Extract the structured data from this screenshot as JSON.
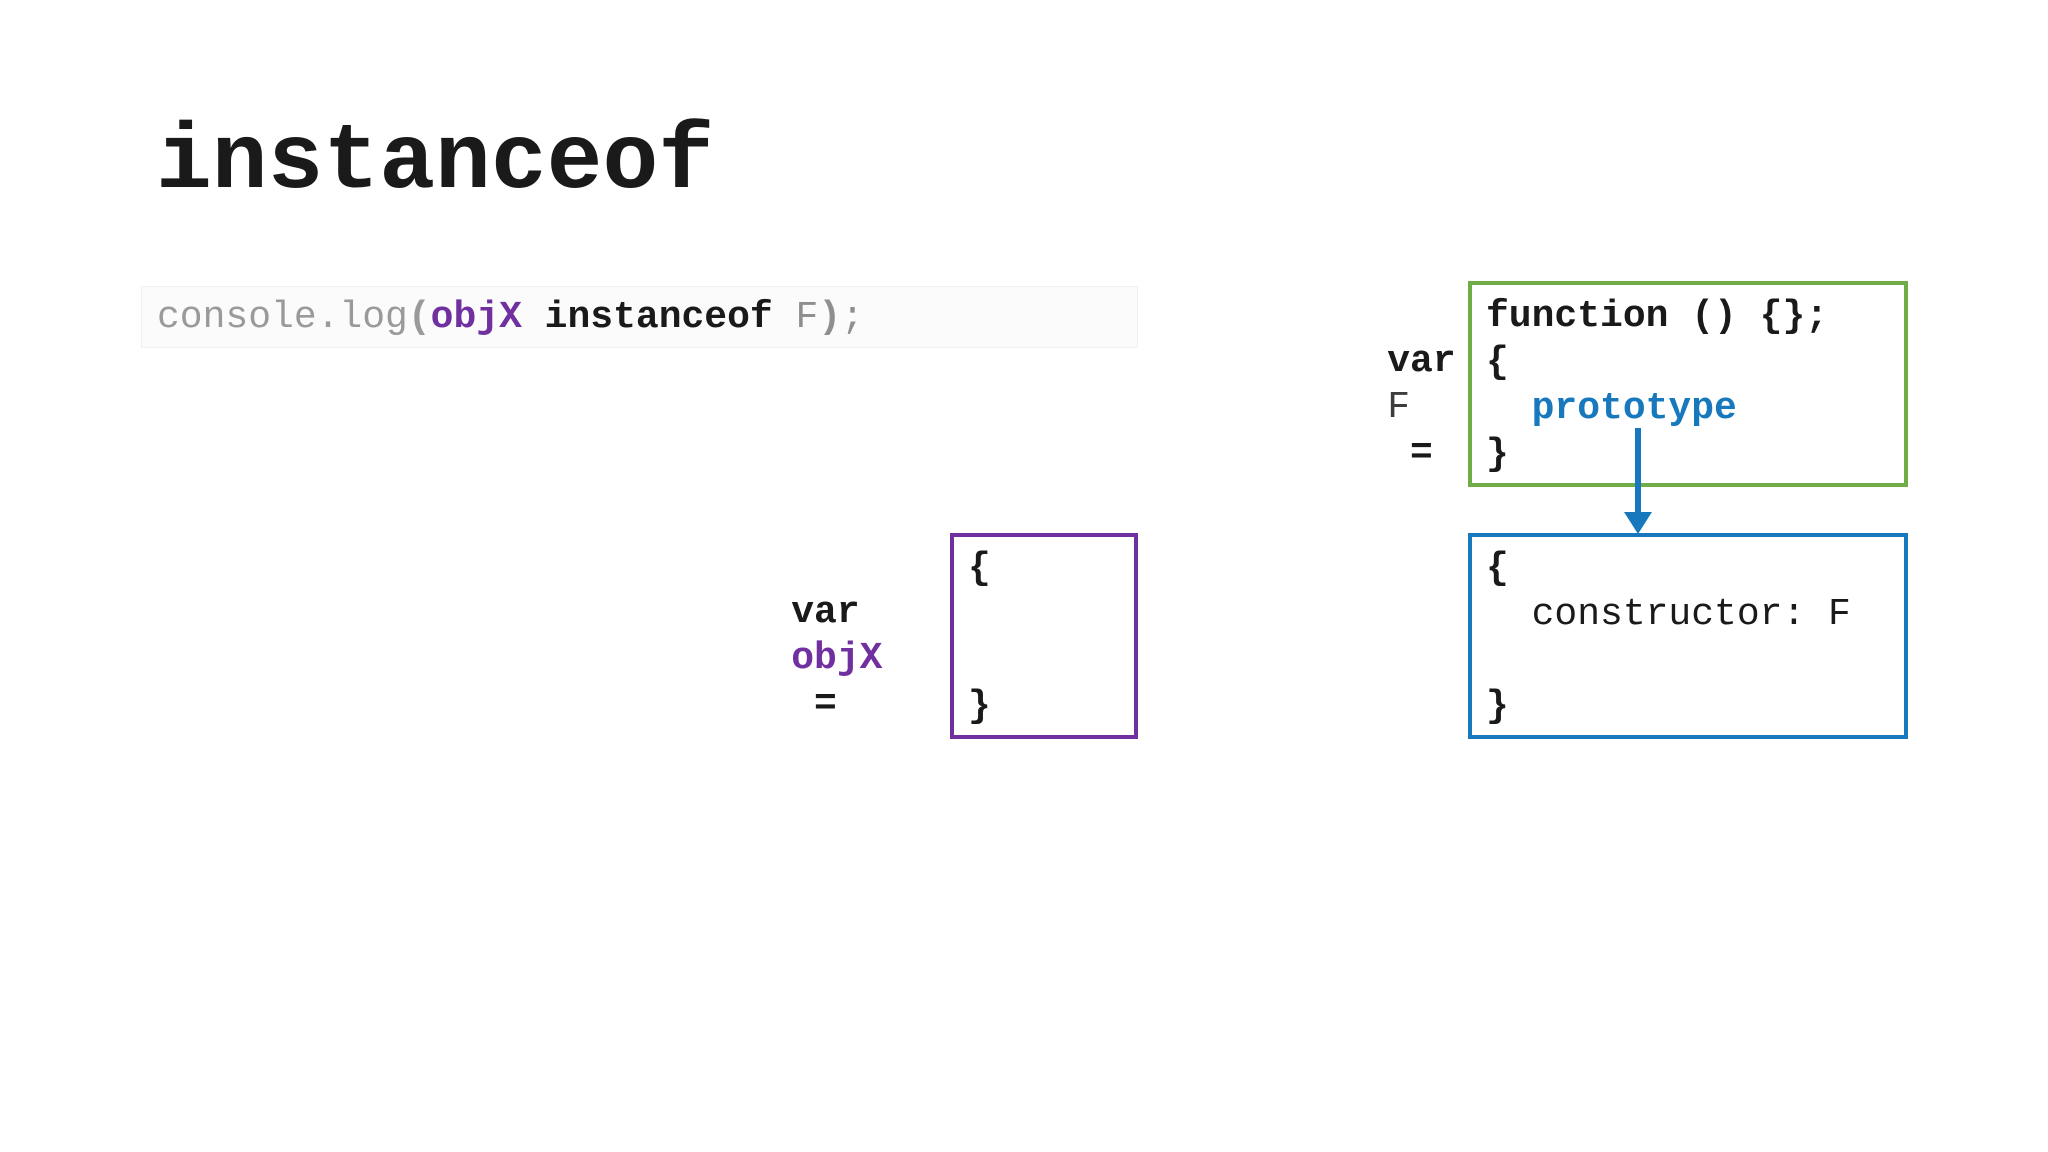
{
  "slide": {
    "title": "instanceof",
    "background": "#ffffff"
  },
  "colors": {
    "text_black": "#1a1a1a",
    "text_gray": "#9a9a9a",
    "purple": "#7030a0",
    "green": "#70ad47",
    "blue": "#1778bd",
    "code_box_bg": "#fbfbfb",
    "code_box_border": "#f1f1f1"
  },
  "code_snippet": {
    "full_text": "console.log(objX instanceof F);",
    "tokens": [
      {
        "text": "console.log",
        "color": "#9a9a9a"
      },
      {
        "text": "(",
        "color": "#9a9a9a"
      },
      {
        "text": "objX",
        "color": "#7030a0"
      },
      {
        "text": " instanceof ",
        "color": "#1a1a1a"
      },
      {
        "text": "F",
        "color": "#8f8f8f"
      },
      {
        "text": ")",
        "color": "#8f8f8f"
      },
      {
        "text": ";",
        "color": "#8f8f8f"
      }
    ]
  },
  "function_declaration": {
    "label_tokens": [
      {
        "text": "var ",
        "color": "#1a1a1a"
      },
      {
        "text": "F",
        "color": "#3d3d3d"
      },
      {
        "text": " =",
        "color": "#1a1a1a"
      }
    ],
    "box_border_color": "#70ad47",
    "lines": [
      {
        "text": "function () {};",
        "color": "#1a1a1a"
      },
      {
        "text": "{",
        "color": "#1a1a1a"
      },
      {
        "text": "  prototype",
        "color": "#1778bd"
      },
      {
        "text": "}",
        "color": "#1a1a1a"
      }
    ]
  },
  "prototype_object": {
    "arrow_color": "#1778bd",
    "box_border_color": "#1778bd",
    "lines": [
      {
        "text": "{",
        "color": "#1a1a1a"
      },
      {
        "text": "  constructor: F",
        "color": "#1a1a1a"
      },
      {
        "text": "",
        "color": "#1a1a1a"
      },
      {
        "text": "}",
        "color": "#1a1a1a"
      }
    ]
  },
  "objx_declaration": {
    "label_tokens": [
      {
        "text": "var ",
        "color": "#1a1a1a"
      },
      {
        "text": "objX",
        "color": "#7030a0"
      },
      {
        "text": " =",
        "color": "#1a1a1a"
      }
    ],
    "box_border_color": "#7030a0",
    "lines": [
      {
        "text": "{",
        "color": "#1a1a1a"
      },
      {
        "text": "",
        "color": "#1a1a1a"
      },
      {
        "text": "",
        "color": "#1a1a1a"
      },
      {
        "text": "}",
        "color": "#1a1a1a"
      }
    ]
  }
}
